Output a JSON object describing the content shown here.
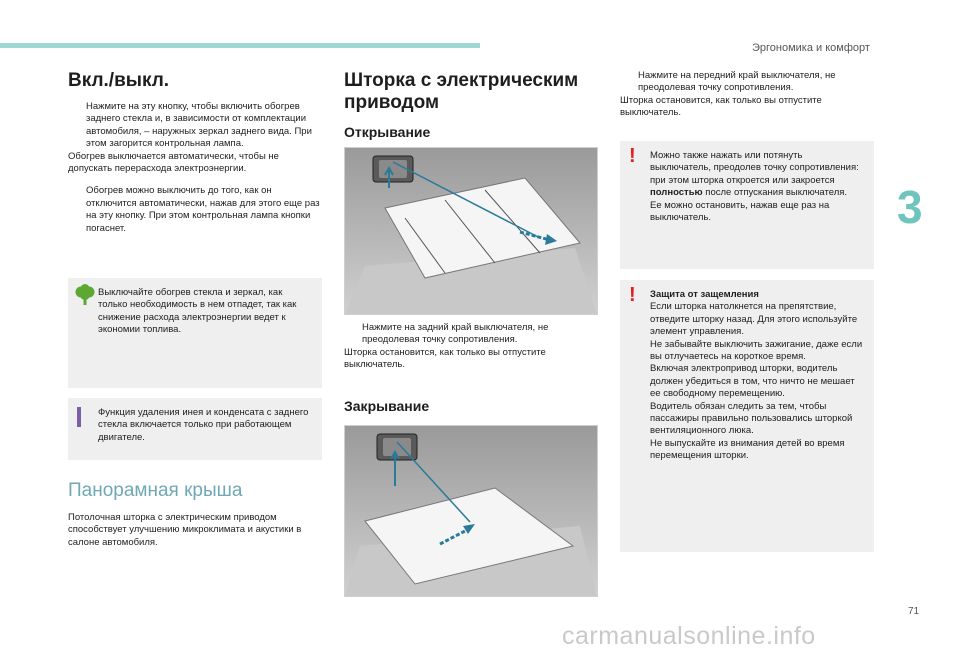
{
  "header": {
    "section": "Эргономика и комфорт",
    "chapter_number": "3",
    "page_number": "71"
  },
  "watermark": "carmanualsonline.info",
  "col1": {
    "heading": "Вкл./выкл.",
    "bullet_mark": "",
    "p1": "Нажмите на эту кнопку, чтобы включить обогрев заднего стекла и, в зависимости от комплектации автомобиля, – наружных зеркал заднего вида. При этом загорится контрольная лампа.",
    "p1_tail": "Обогрев выключается автоматически, чтобы не допускать перерасхода электроэнергии.",
    "p2": "Обогрев можно выключить до того, как он отключится автоматически, нажав для этого еще раз на эту кнопку. При этом контрольная лампа кнопки погаснет.",
    "eco_box": "Выключайте обогрев стекла и зеркал, как только необходимость в нем отпадет, так как снижение расхода электроэнергии ведет к экономии топлива.",
    "info_box": "Функция удаления инея и конденсата с заднего стекла включается только при работающем двигателе.",
    "panoramic_heading": "Панорамная крыша",
    "panoramic_text": "Потолочная шторка с электрическим приводом способствует улучшению микроклимата и акустики в салоне автомобиля."
  },
  "col2": {
    "heading": "Шторка с электрическим приводом",
    "opening_heading": "Открывание",
    "opening_text": "Нажмите на задний край выключателя, не преодолевая точку сопротивления.",
    "opening_tail": "Шторка остановится, как только вы отпустите выключатель.",
    "closing_heading": "Закрывание"
  },
  "col3": {
    "closing_text": "Нажмите на передний край выключателя, не преодолевая точку сопротивления.",
    "closing_tail": "Шторка остановится, как только вы отпустите выключатель.",
    "warn1_a": "Можно также нажать или потянуть выключатель, преодолев точку сопротивления: при этом шторка откроется или закроется ",
    "warn1_bold": "полностью",
    "warn1_b": " после отпускания выключателя.",
    "warn1_c": "Ее можно остановить, нажав еще раз на выключатель.",
    "warn2_title": "Защита от защемления",
    "warn2_l1": "Если шторка натолкнется на препятствие, отведите шторку назад. Для этого используйте элемент управления.",
    "warn2_l2": "Не забывайте выключить зажигание, даже если вы отлучаетесь на короткое время.",
    "warn2_l3": "Включая электропривод шторки, водитель должен убедиться в том, что ничто не мешает ее свободному перемещению.",
    "warn2_l4": "Водитель обязан следить за тем, чтобы пассажиры правильно пользовались шторкой вентиляционного люка.",
    "warn2_l5": "Не выпускайте из внимания детей во время перемещения шторки."
  },
  "colors": {
    "accent": "#6fc4bd",
    "topbar": "#9ed9d3",
    "box_bg": "#efefef",
    "warning": "#e02020",
    "eco": "#5ca832",
    "info": "#7b5ea7"
  }
}
